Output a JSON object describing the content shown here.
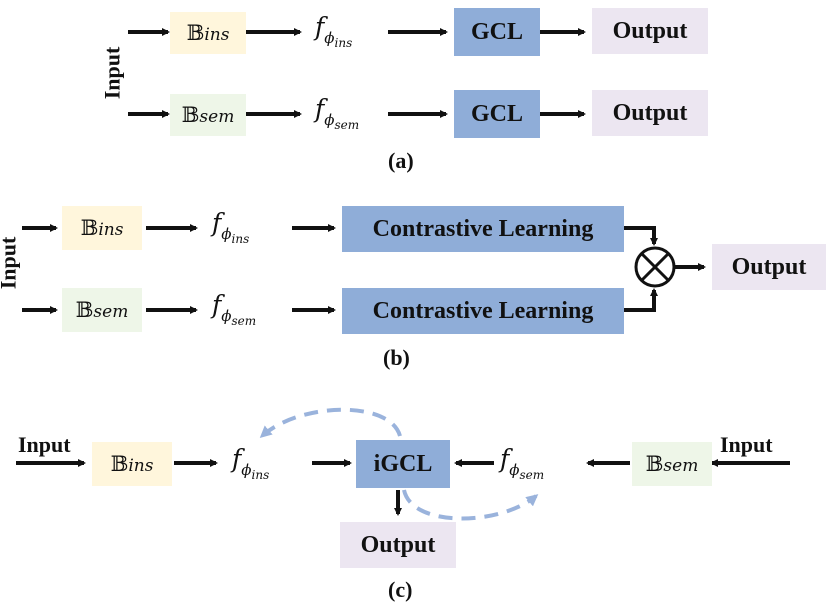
{
  "labels": {
    "input": "Input",
    "output": "Output",
    "gcl": "GCL",
    "igcl": "iGCL",
    "contrastive": "Contrastive Learning",
    "bb_symbol": "𝔹",
    "ins": "ins",
    "sem": "sem",
    "f": "f",
    "phi": "ϕ"
  },
  "captions": {
    "a": "(a)",
    "b": "(b)",
    "c": "(c)"
  },
  "colors": {
    "bset_ins": "#fff6dc",
    "bset_sem": "#eef6e8",
    "blue_box": "#8fadd8",
    "output_box": "#ece6f1",
    "dashed_arrow": "#9ab3dc"
  }
}
